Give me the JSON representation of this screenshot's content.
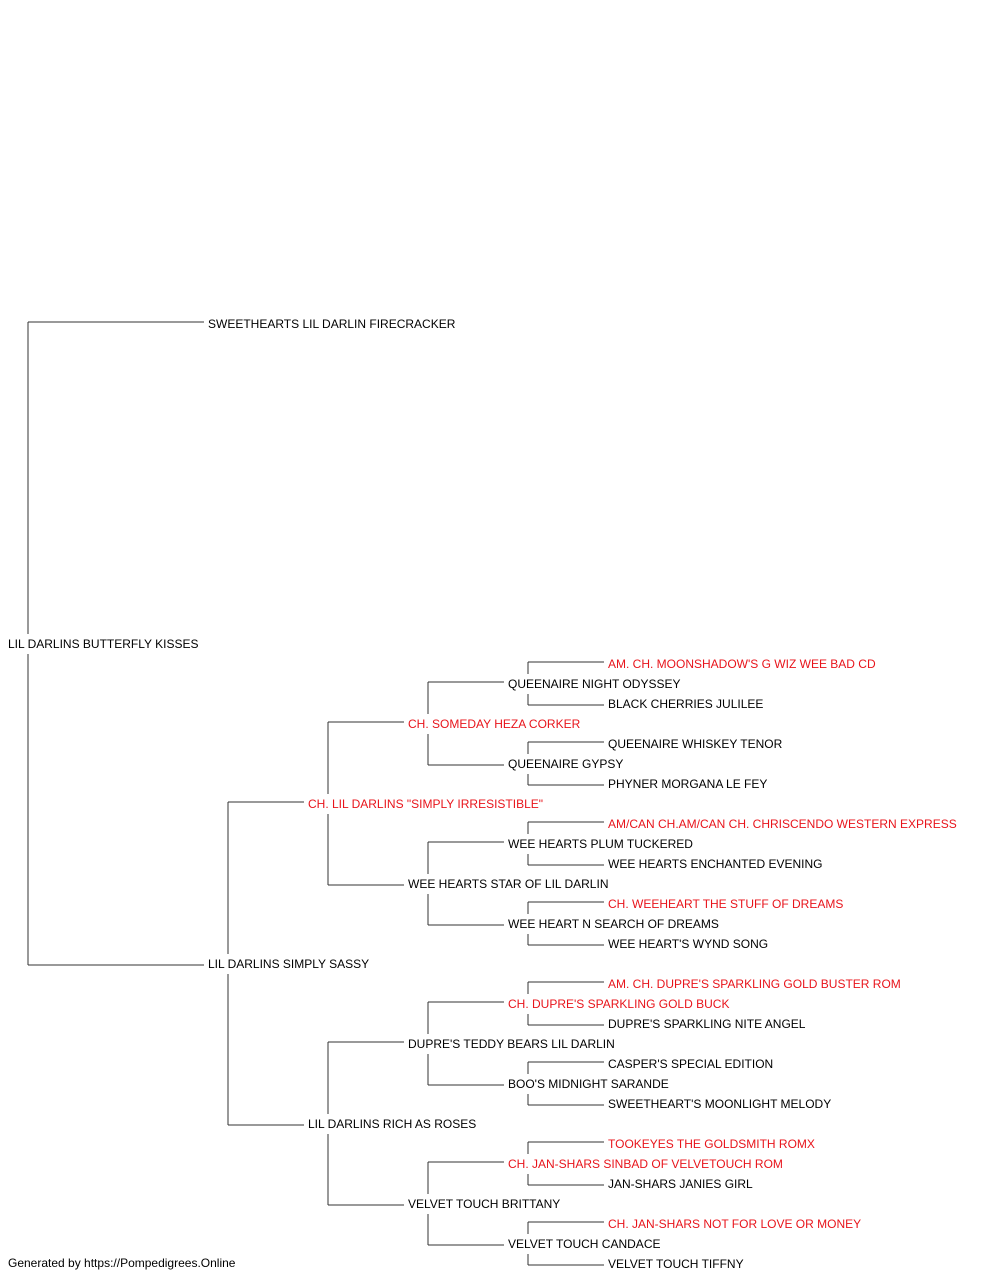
{
  "colors": {
    "champion": "#e8141b",
    "normal": "#000000",
    "line": "#333333"
  },
  "pedigree": {
    "name": "LIL DARLINS BUTTERFLY KISSES",
    "sire": {
      "name": "SWEETHEARTS LIL DARLIN FIRECRACKER"
    },
    "dam": {
      "name": "LIL DARLINS SIMPLY SASSY",
      "sire": {
        "name": "CH. LIL DARLINS \"SIMPLY IRRESISTIBLE\"",
        "champion": true,
        "sire": {
          "name": "CH. SOMEDAY HEZA CORKER",
          "champion": true,
          "sire": {
            "name": "QUEENAIRE NIGHT ODYSSEY",
            "sire": {
              "name": "AM. CH. MOONSHADOW'S G WIZ WEE BAD CD",
              "champion": true
            },
            "dam": {
              "name": "BLACK CHERRIES JULILEE"
            }
          },
          "dam": {
            "name": "QUEENAIRE GYPSY",
            "sire": {
              "name": "QUEENAIRE WHISKEY TENOR"
            },
            "dam": {
              "name": "PHYNER MORGANA LE FEY"
            }
          }
        },
        "dam": {
          "name": "WEE HEARTS STAR OF LIL DARLIN",
          "sire": {
            "name": "WEE HEARTS PLUM TUCKERED",
            "sire": {
              "name": "AM/CAN CH.AM/CAN CH. CHRISCENDO WESTERN EXPRESS",
              "champion": true
            },
            "dam": {
              "name": "WEE HEARTS ENCHANTED EVENING"
            }
          },
          "dam": {
            "name": "WEE HEART N SEARCH OF DREAMS",
            "sire": {
              "name": "CH. WEEHEART THE STUFF OF DREAMS",
              "champion": true
            },
            "dam": {
              "name": "WEE HEART'S WYND SONG"
            }
          }
        }
      },
      "dam": {
        "name": "LIL DARLINS RICH AS ROSES",
        "sire": {
          "name": "DUPRE'S TEDDY BEARS LIL DARLIN",
          "sire": {
            "name": "CH. DUPRE'S SPARKLING GOLD BUCK",
            "champion": true,
            "sire": {
              "name": "AM. CH. DUPRE'S SPARKLING GOLD BUSTER ROM",
              "champion": true
            },
            "dam": {
              "name": "DUPRE'S SPARKLING NITE ANGEL"
            }
          },
          "dam": {
            "name": "BOO'S MIDNIGHT SARANDE",
            "sire": {
              "name": "CASPER'S SPECIAL EDITION"
            },
            "dam": {
              "name": "SWEETHEART'S MOONLIGHT MELODY"
            }
          }
        },
        "dam": {
          "name": "VELVET TOUCH BRITTANY",
          "sire": {
            "name": "CH. JAN-SHARS SINBAD OF VELVETOUCH ROM",
            "champion": true,
            "sire": {
              "name": "TOOKEYES THE GOLDSMITH ROMX",
              "champion": true
            },
            "dam": {
              "name": "JAN-SHARS JANIES GIRL"
            }
          },
          "dam": {
            "name": "VELVET TOUCH CANDACE",
            "sire": {
              "name": "CH. JAN-SHARS NOT FOR LOVE OR MONEY",
              "champion": true
            },
            "dam": {
              "name": "VELVET TOUCH TIFFNY"
            }
          }
        }
      }
    }
  },
  "footer": "Generated by https://Pompedigrees.Online"
}
